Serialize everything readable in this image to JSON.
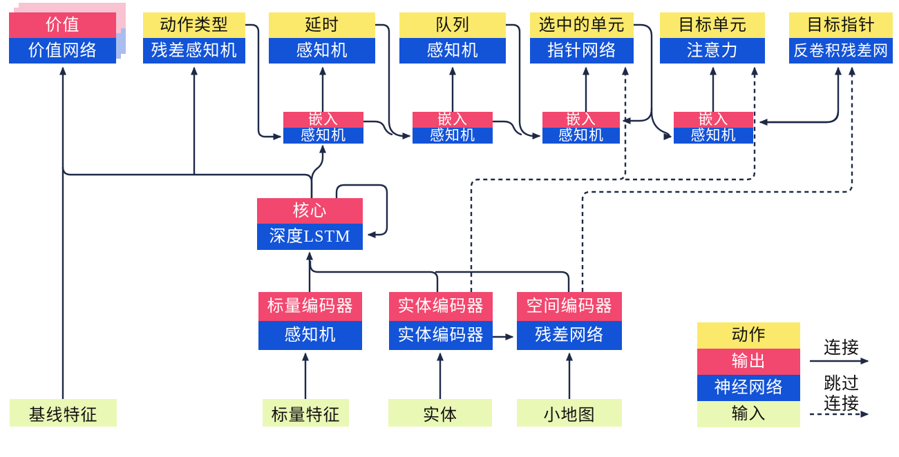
{
  "nodes": {
    "value": {
      "title": "价值",
      "subtitle": "价值网络"
    },
    "action_type": {
      "title": "动作类型",
      "subtitle": "残差感知机"
    },
    "delay": {
      "title": "延时",
      "subtitle": "感知机"
    },
    "queue": {
      "title": "队列",
      "subtitle": "感知机"
    },
    "selected_units": {
      "title": "选中的单元",
      "subtitle": "指针网络"
    },
    "target_unit": {
      "title": "目标单元",
      "subtitle": "注意力"
    },
    "target_pointer": {
      "title": "目标指针",
      "subtitle": "反卷积残差网"
    },
    "embed": {
      "title": "嵌入",
      "subtitle": "感知机"
    },
    "core": {
      "title": "核心",
      "subtitle": "深度LSTM"
    },
    "scalar_encoder": {
      "title": "标量编码器",
      "subtitle": "感知机"
    },
    "entity_encoder": {
      "title": "实体编码器",
      "subtitle": "实体编码器"
    },
    "spatial_encoder": {
      "title": "空间编码器",
      "subtitle": "残差网络"
    },
    "baseline_features": {
      "label": "基线特征"
    },
    "scalar_features": {
      "label": "标量特征"
    },
    "entities": {
      "label": "实体"
    },
    "minimap": {
      "label": "小地图"
    }
  },
  "legend": {
    "action": "动作",
    "output": "输出",
    "network": "神经网络",
    "input": "输入",
    "connection": "连接",
    "skip_line1": "跳过",
    "skip_line2": "连接"
  },
  "colors": {
    "action": "#fbe96c",
    "output": "#f2476e",
    "network": "#1253d8",
    "input": "#eaf8b5",
    "line": "#1e2947"
  }
}
